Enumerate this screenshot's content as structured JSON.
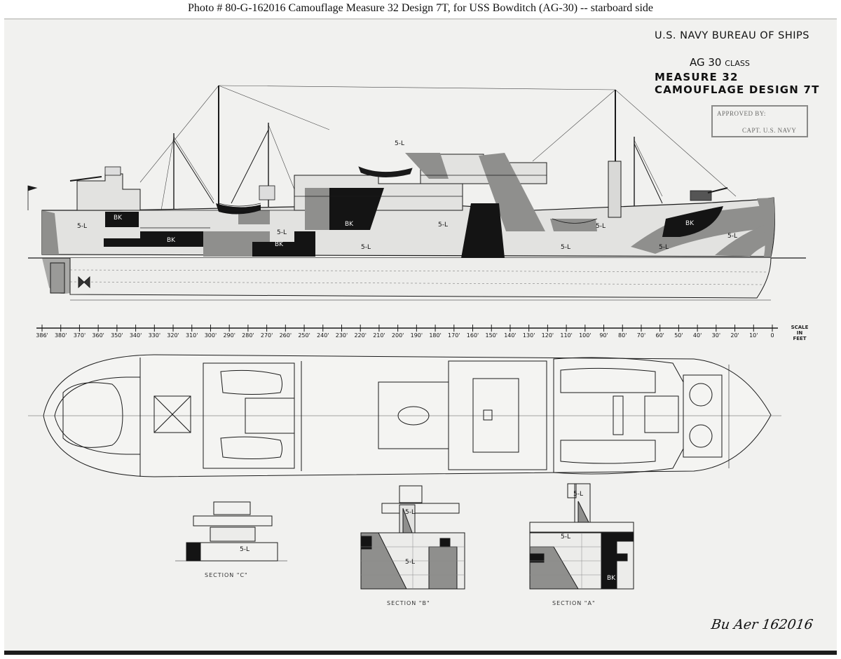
{
  "caption": "Photo #  80-G-162016    Camouflage Measure 32 Design 7T, for USS Bowditch (AG-30) -- starboard side",
  "title_block": {
    "line1": "U.S. NAVY   BUREAU OF SHIPS",
    "class_main": "AG 30",
    "class_suffix": "CLASS",
    "line3": "MEASURE 32",
    "line4": "CAMOUFLAGE  DESIGN 7T"
  },
  "stamp": {
    "approved": "APPROVED BY:",
    "rank": "CAPT. U.S. NAVY"
  },
  "signature": "Bu Aer 162016",
  "paint_labels": {
    "stern": "5-L",
    "bk1": "BK",
    "bk2": "BK",
    "mid1": "5-L",
    "mid2": "5-L",
    "mid3": "5-L",
    "bk3": "BK",
    "bk4": "BK",
    "deck": "5-L",
    "mast": "5-L",
    "fwd1": "5-L",
    "fwd2": "5-L",
    "bk5": "BK",
    "bow": "5-L",
    "sec_c": "5-L",
    "sec_b1": "5-L",
    "sec_b2": "5-L",
    "sec_a1": "5-L",
    "sec_a2": "5-L",
    "sec_a3": "BK"
  },
  "section_labels": {
    "c": "SECTION \"C\"",
    "b": "SECTION \"B\"",
    "a": "SECTION \"A\""
  },
  "scale": {
    "label_line1": "SCALE IN",
    "label_line2": "FEET",
    "ticks": [
      "386'",
      "380'",
      "370'",
      "360'",
      "350'",
      "340'",
      "330'",
      "320'",
      "310'",
      "300'",
      "290'",
      "280'",
      "270'",
      "260'",
      "250'",
      "240'",
      "230'",
      "220'",
      "210'",
      "200'",
      "190'",
      "180'",
      "170'",
      "160'",
      "150'",
      "140'",
      "130'",
      "120'",
      "110'",
      "100'",
      "90'",
      "80'",
      "70'",
      "60'",
      "50'",
      "40'",
      "30'",
      "20'",
      "10'",
      "0"
    ]
  },
  "colors": {
    "paper": "#f1f1ef",
    "ink": "#1a1a1a",
    "black_paint": "#141414",
    "gray_paint": "#8f8f8d",
    "light_paint": "#dcdcda"
  }
}
